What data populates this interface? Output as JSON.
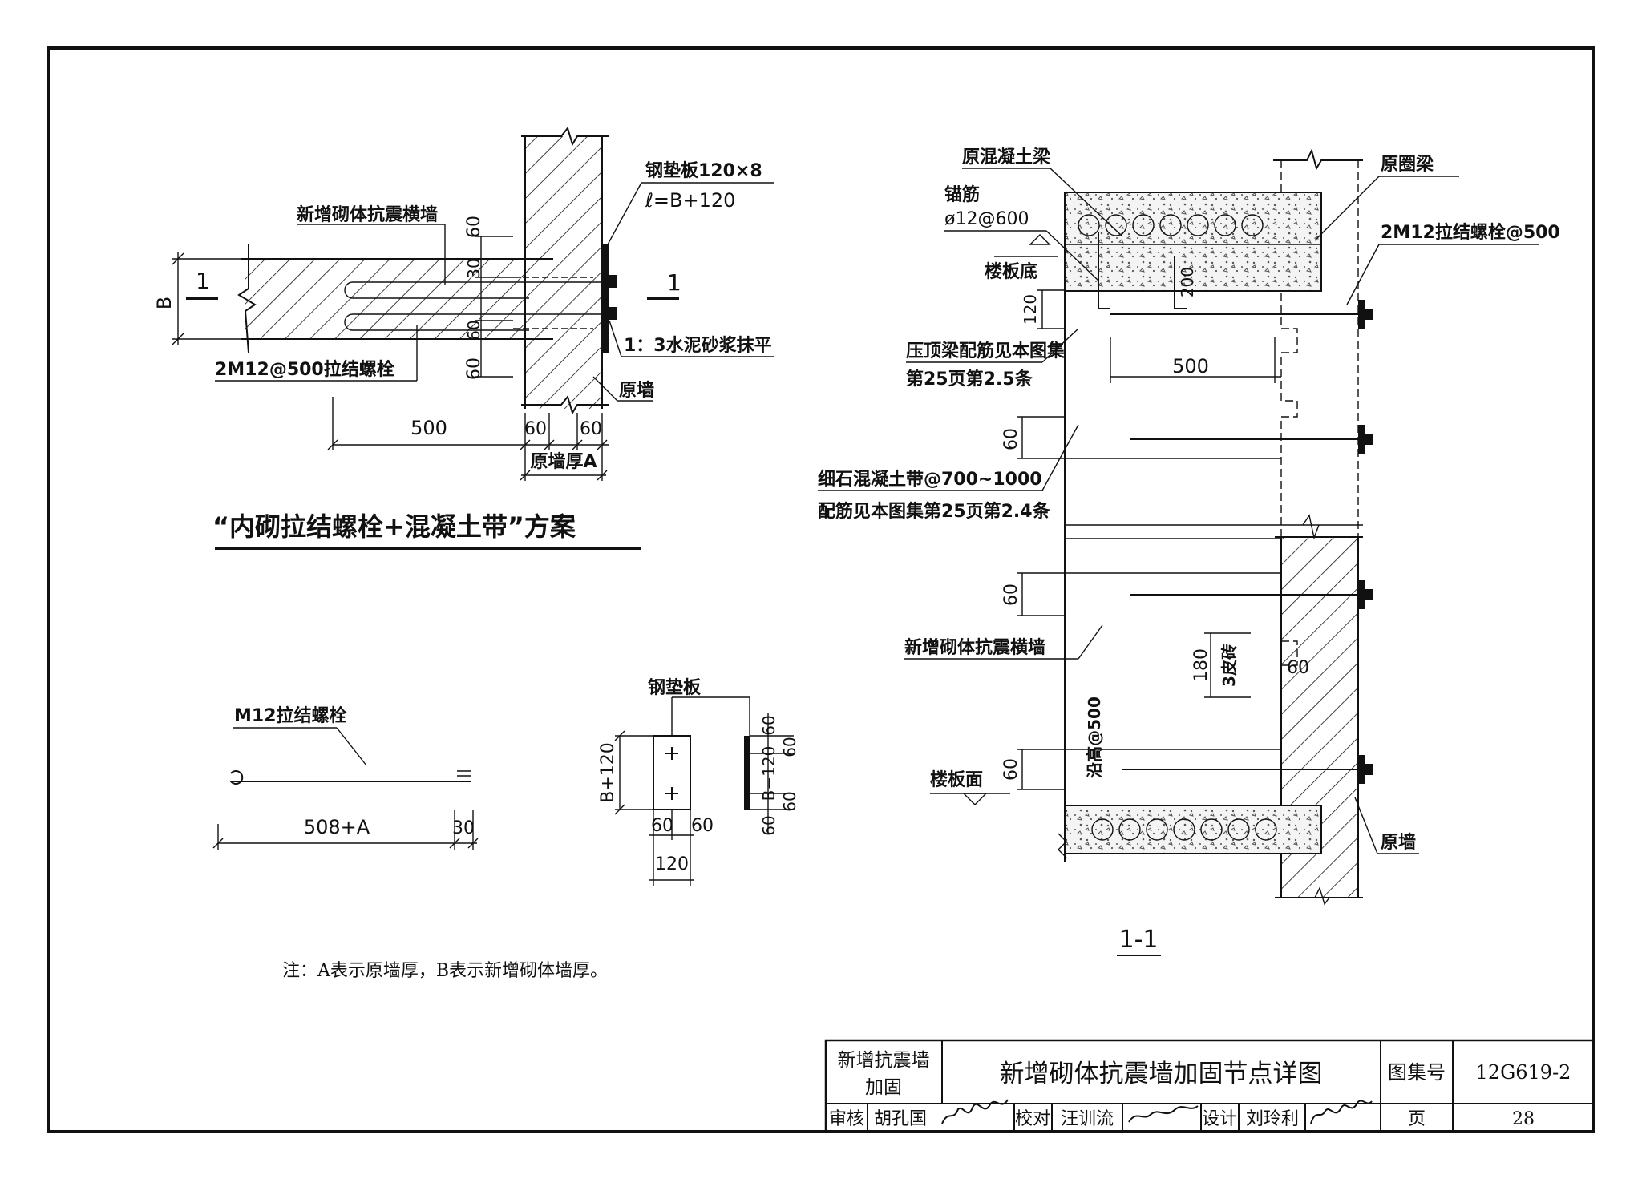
{
  "left_detail": {
    "label_steel_plate": "钢垫板120×8",
    "label_length": "ℓ=B+120",
    "label_new_wall": "新增砌体抗震横墙",
    "label_section_left": "1",
    "label_section_right": "1",
    "label_B": "B",
    "label_bolts": "2M12@500拉结螺栓",
    "label_mortar": "1：3水泥砂浆抹平",
    "label_orig_wall": "原墙",
    "label_orig_thickness": "原墙厚A",
    "dims": [
      "60",
      "30",
      "60",
      "60",
      "500",
      "60",
      "60"
    ],
    "title": "“内砌拉结螺栓+混凝土带”方案"
  },
  "bolt_detail": {
    "label": "M12拉结螺栓",
    "dim_main": "508+A",
    "dim_end": "30"
  },
  "plate_detail": {
    "label": "钢垫板",
    "dim_height": "B+120",
    "dim_60a": "60",
    "dim_60b": "60",
    "dim_width": "120",
    "dim_right_top": "60",
    "dim_right_mid1": "60",
    "dim_right_mid2": "B−120",
    "dim_right_mid3": "60",
    "dim_right_bot": "60"
  },
  "section": {
    "label_orig_beam": "原混凝土梁",
    "label_ring_beam": "原圈梁",
    "label_anchor": "锚筋",
    "label_anchor_spec": "ø12@600",
    "label_bolts": "2M12拉结螺栓@500",
    "label_slab_bottom": "楼板底",
    "dim_120": "120",
    "dim_200": "200",
    "label_cap_beam": "压顶梁配筋见本图集",
    "label_cap_beam2": "第25页第2.5条",
    "dim_500": "500",
    "dim_60a": "60",
    "label_fine_concrete": "细石混凝土带@700~1000",
    "label_fine_concrete2": "配筋见本图集第25页第2.4条",
    "dim_60b": "60",
    "label_new_wall": "新增砌体抗震横墙",
    "dim_180": "180",
    "label_3skin": "3皮砖",
    "dim_60c": "60",
    "label_along_height": "沿高@500",
    "label_slab_top": "楼板面",
    "dim_60d": "60",
    "label_orig_wall": "原墙",
    "title": "1-1"
  },
  "note": "注：A表示原墙厚，B表示新增砌体墙厚。",
  "title_block": {
    "category": "新增抗震墙加固",
    "category_line1": "新增抗震墙",
    "category_line2": "加固",
    "title": "新增砌体抗震墙加固节点详图",
    "atlas_label": "图集号",
    "atlas_no": "12G619-2",
    "review_label": "审核",
    "reviewer": "胡孔国",
    "check_label": "校对",
    "checker": "汪训流",
    "design_label": "设计",
    "designer": "刘玲利",
    "page_label": "页",
    "page_no": "28"
  }
}
